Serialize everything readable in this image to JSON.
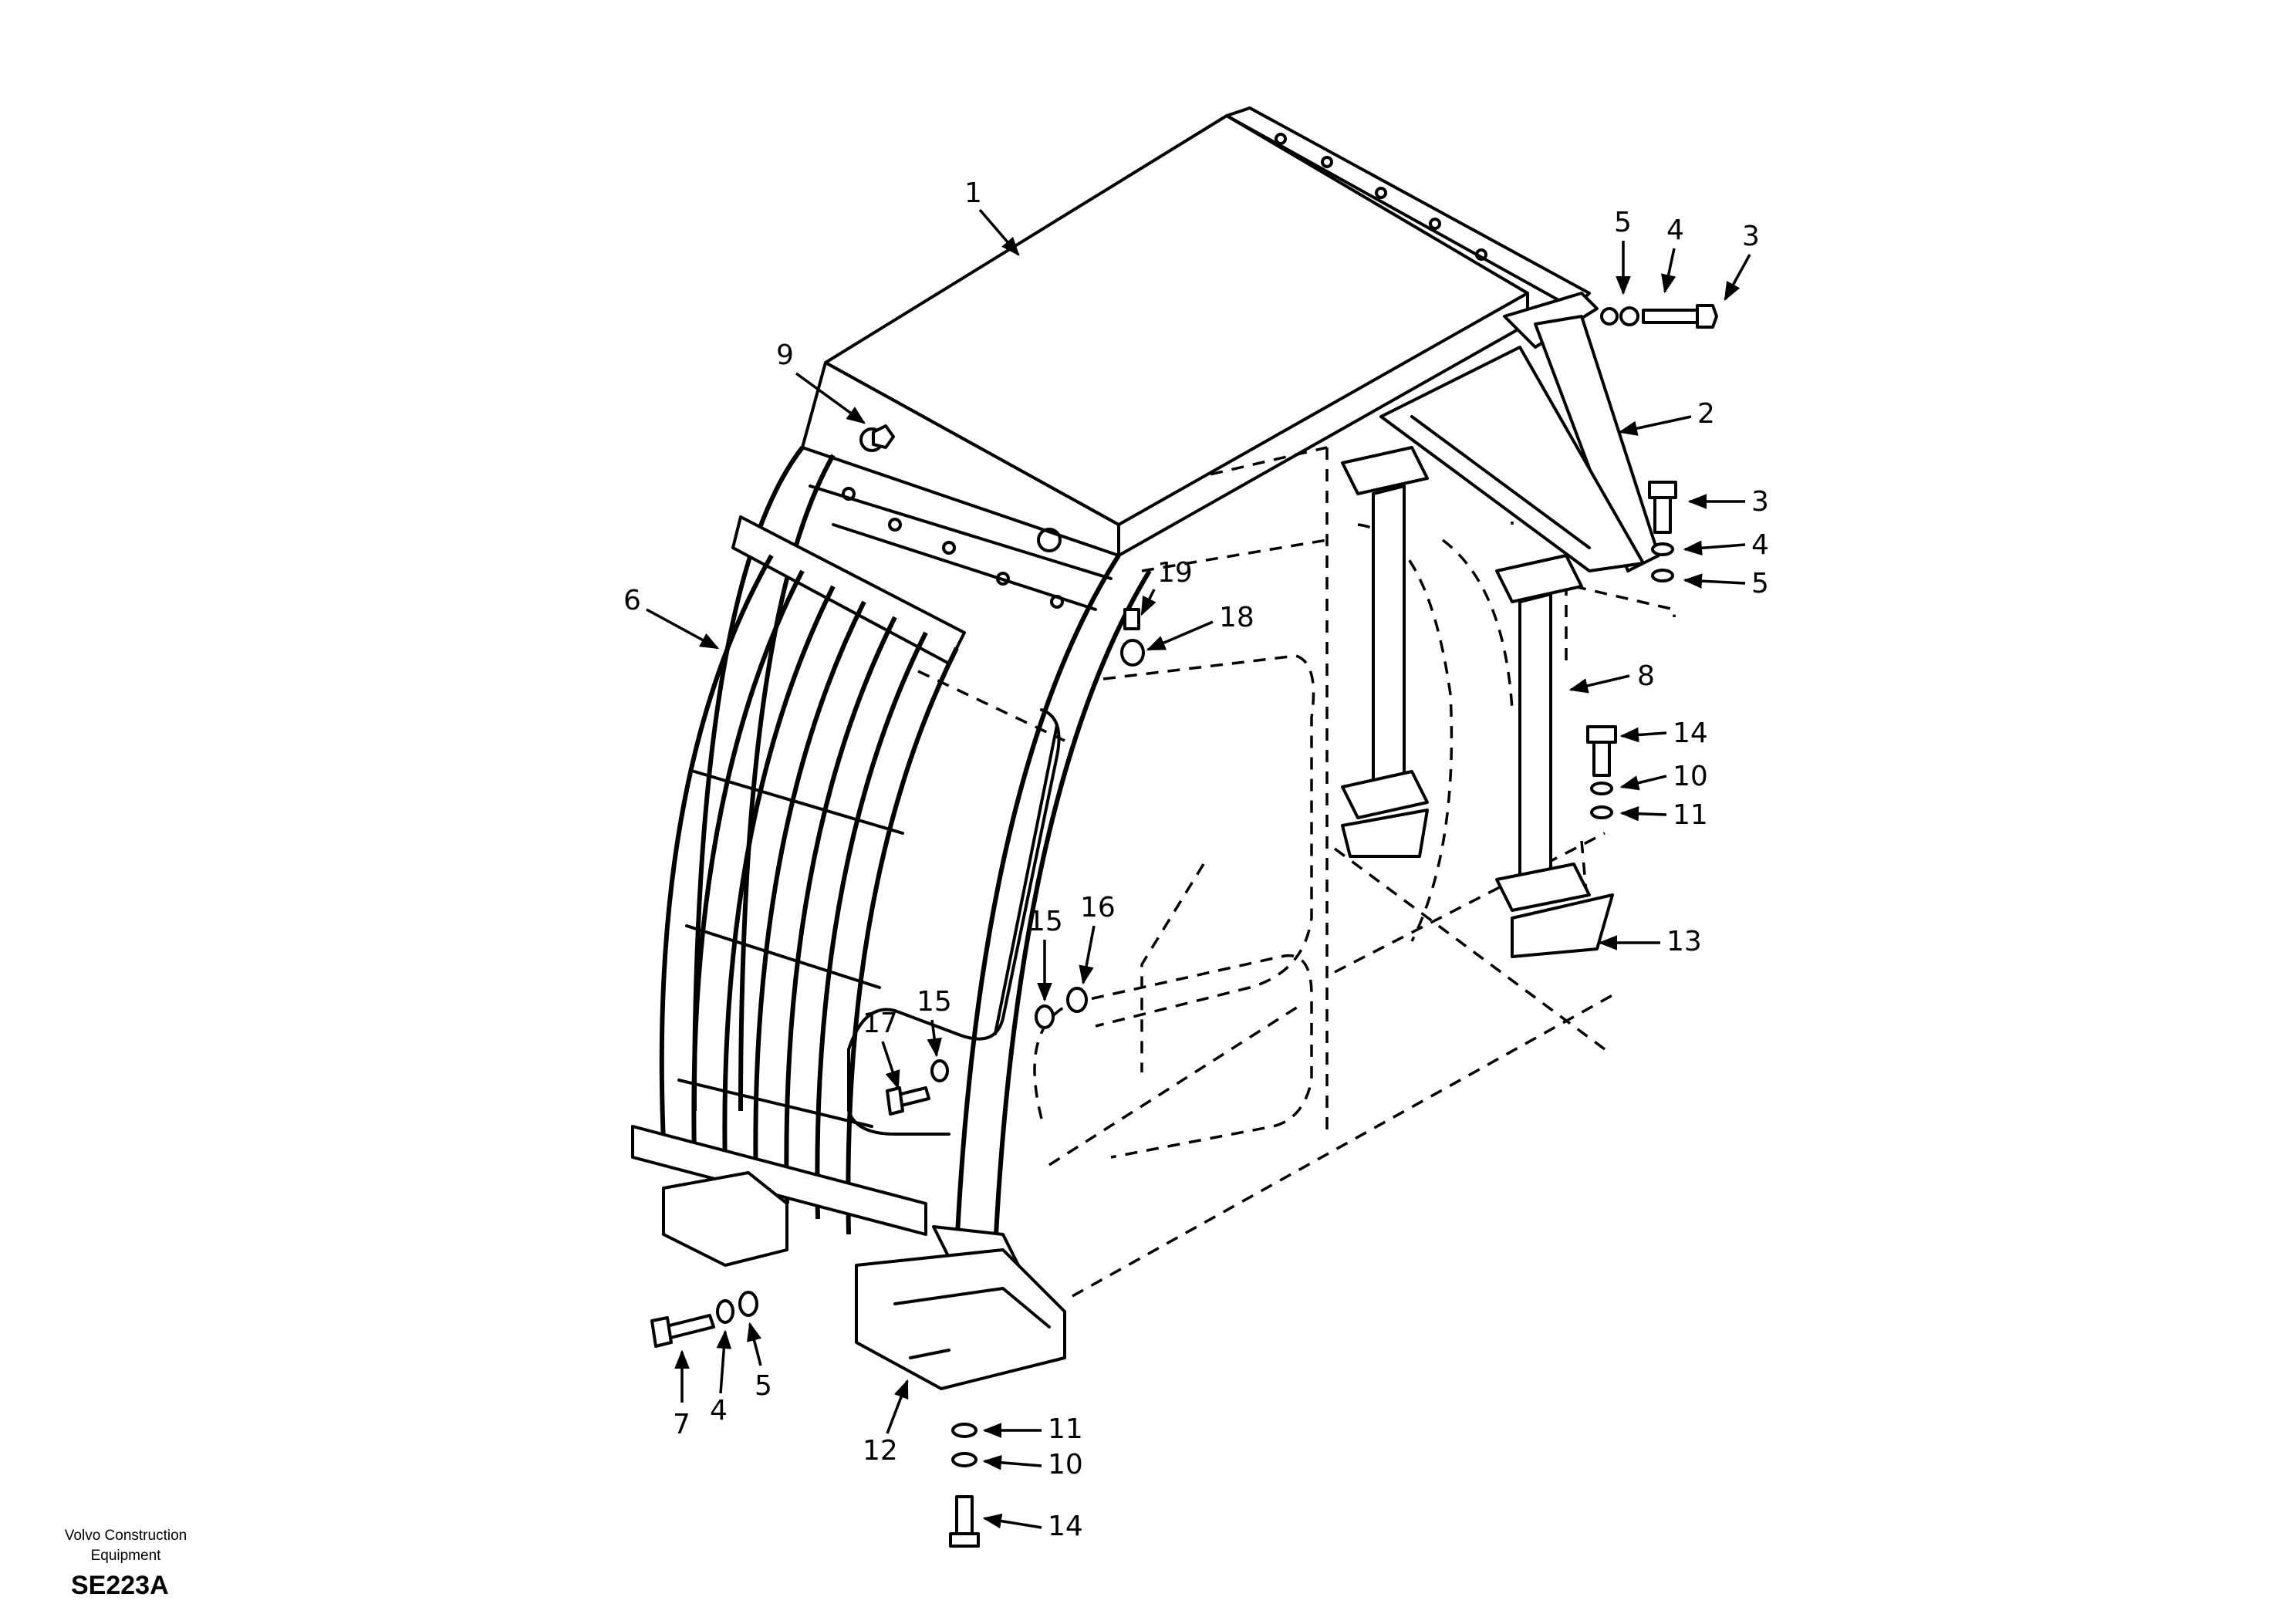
{
  "footer": {
    "brand_line1": "Volvo Construction",
    "brand_line2": "Equipment",
    "code": "SE223A"
  },
  "callouts": [
    "1",
    "2",
    "3",
    "4",
    "5",
    "6",
    "7",
    "8",
    "9",
    "10",
    "11",
    "12",
    "13",
    "14",
    "15",
    "16",
    "17",
    "18",
    "19"
  ]
}
